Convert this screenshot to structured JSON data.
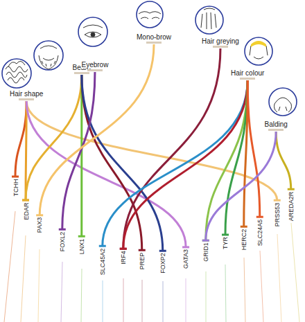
{
  "diagram": {
    "nodes": [
      {
        "text": [
          "Hair shape"
        ]
      },
      {
        "text": [
          "Beard"
        ]
      },
      {
        "text": [
          "Eyebrow"
        ]
      },
      {
        "text": [
          "Mono-brow"
        ]
      },
      {
        "text": [
          "Hair greying"
        ]
      },
      {
        "text": [
          "Hair colour"
        ]
      },
      {
        "text": [
          "Balding"
        ]
      },
      {
        "text": [
          "TCHH"
        ]
      },
      {
        "text": [
          "EDAR"
        ]
      },
      {
        "text": [
          "PAX3"
        ]
      },
      {
        "text": [
          "FOXL2"
        ]
      },
      {
        "text": [
          "LNX1"
        ]
      },
      {
        "text": [
          "SLC45A2"
        ]
      },
      {
        "text": [
          "IRF4"
        ]
      },
      {
        "text": [
          "PREP"
        ]
      },
      {
        "text": [
          "FOXP2"
        ]
      },
      {
        "text": [
          "GATA3"
        ]
      },
      {
        "text": [
          "GRID1"
        ]
      },
      {
        "text": [
          "TYR"
        ]
      },
      {
        "text": [
          "HERC2"
        ]
      },
      {
        "text": [
          "SLC24A5"
        ]
      },
      {
        "text": [
          "PRSS53"
        ]
      },
      {
        "text": [
          "AREDA2R"
        ]
      }
    ],
    "edges": [
      {
        "from": 0,
        "to": 7,
        "arrow": "none"
      },
      {
        "from": 0,
        "to": 8,
        "arrow": "none"
      },
      {
        "from": 0,
        "to": 21,
        "arrow": "none"
      },
      {
        "from": 0,
        "to": 16,
        "arrow": "none"
      },
      {
        "from": 1,
        "to": 8,
        "arrow": "none"
      },
      {
        "from": 1,
        "to": 11,
        "arrow": "none"
      },
      {
        "from": 1,
        "to": 14,
        "arrow": "none"
      },
      {
        "from": 1,
        "to": 15,
        "arrow": "none"
      },
      {
        "from": 2,
        "to": 10,
        "arrow": "none"
      },
      {
        "from": 3,
        "to": 9,
        "arrow": "none"
      },
      {
        "from": 4,
        "to": 13,
        "arrow": "none"
      },
      {
        "from": 5,
        "to": 12,
        "arrow": "none"
      },
      {
        "from": 5,
        "to": 13,
        "arrow": "none"
      },
      {
        "from": 5,
        "to": 17,
        "arrow": "none"
      },
      {
        "from": 5,
        "to": 18,
        "arrow": "none"
      },
      {
        "from": 5,
        "to": 19,
        "arrow": "none"
      },
      {
        "from": 5,
        "to": 20,
        "arrow": "none"
      },
      {
        "from": 6,
        "to": 22,
        "arrow": "none"
      },
      {
        "from": 6,
        "to": 17,
        "arrow": "none"
      }
    ]
  }
}
